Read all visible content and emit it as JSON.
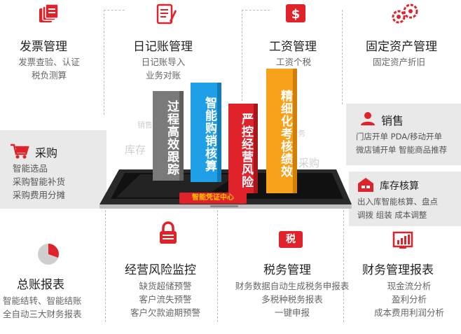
{
  "modules": {
    "invoice": {
      "title": "发票管理",
      "lines": [
        "发票查验、认证",
        "税负测算"
      ]
    },
    "journal": {
      "title": "日记账管理",
      "lines": [
        "日记账导入",
        "业务对账"
      ]
    },
    "salary": {
      "title": "工资管理",
      "lines": [
        "工资个税"
      ]
    },
    "assets": {
      "title": "固定资产管理",
      "lines": [
        "固定资产折旧"
      ]
    },
    "purchase": {
      "title": "采购",
      "lines": [
        "智能选品",
        "采购智能补货",
        "采购费用分摊"
      ]
    },
    "sales": {
      "title": "销售",
      "lines": [
        "门店开单  PDA/移动开单",
        "微店铺开单  智能商品推荐"
      ]
    },
    "stock": {
      "title": "库存核算",
      "lines": [
        "出入库智能核算、盘点",
        "调拨  组装  成本调整"
      ]
    },
    "ledger": {
      "title": "总账报表",
      "lines": [
        "智能结转、智能结账",
        "全自动三大财务报表"
      ]
    },
    "risk": {
      "title": "经营风险监控",
      "lines": [
        "缺货超储预警",
        "客户流失预警",
        "客户欠款逾期预警"
      ]
    },
    "tax": {
      "title": "税务管理",
      "lines": [
        "财务数据自动生成税务申报表",
        "多税种税务报表",
        "一键申报"
      ],
      "icon_text": "税"
    },
    "report": {
      "title": "财务管理报表",
      "lines": [
        "现金流分析",
        "盈利分析",
        "成本费用利润分析"
      ]
    }
  },
  "pillars": {
    "p1": "过程高效跟踪",
    "p2": "智能购销核算",
    "p3": "严控经营风险",
    "p4": "精细化考核绩效"
  },
  "center_label": "智能凭证中心",
  "watermarks": [
    "库存",
    "采购",
    "销售",
    "财务"
  ],
  "colors": {
    "red": "#e0232b",
    "gray": "#7a7a7a",
    "blue": "#1f9fe6",
    "orange": "#f7a21a",
    "yellow": "#ffc400"
  }
}
